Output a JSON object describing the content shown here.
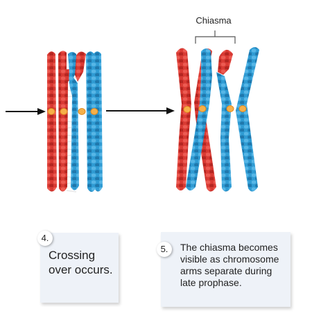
{
  "labels": {
    "chiasma": "Chiasma"
  },
  "steps": [
    {
      "number": "4.",
      "text": "Crossing over occurs."
    },
    {
      "number": "5.",
      "text": "The chiasma becomes visible as chromosome arms separate during late prophase."
    }
  ],
  "colors": {
    "maternal": "#d93a33",
    "paternal": "#2f9bd3",
    "centromere": "#f6b04a",
    "arrow": "#111111",
    "synaptonemal": "#e6e6e6"
  },
  "icons": [
    "right-arrow-icon",
    "right-arrow-icon"
  ]
}
